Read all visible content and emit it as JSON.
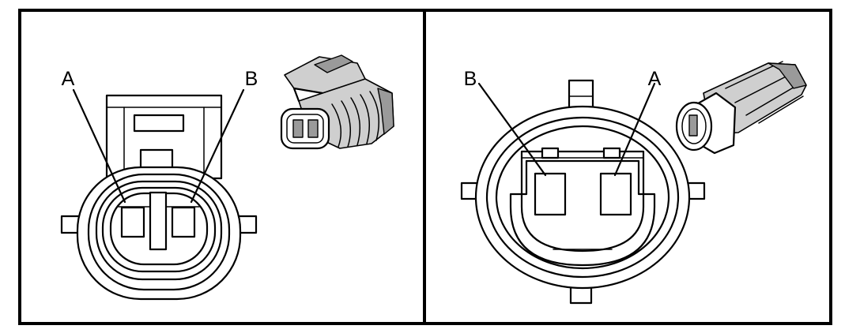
{
  "left_connector": {
    "terminal_left": "A",
    "terminal_right": "B"
  },
  "right_connector": {
    "terminal_left": "B",
    "terminal_right": "A"
  },
  "colors": {
    "line": "#000000",
    "background": "#ffffff",
    "shade": "#cfcfcf"
  }
}
